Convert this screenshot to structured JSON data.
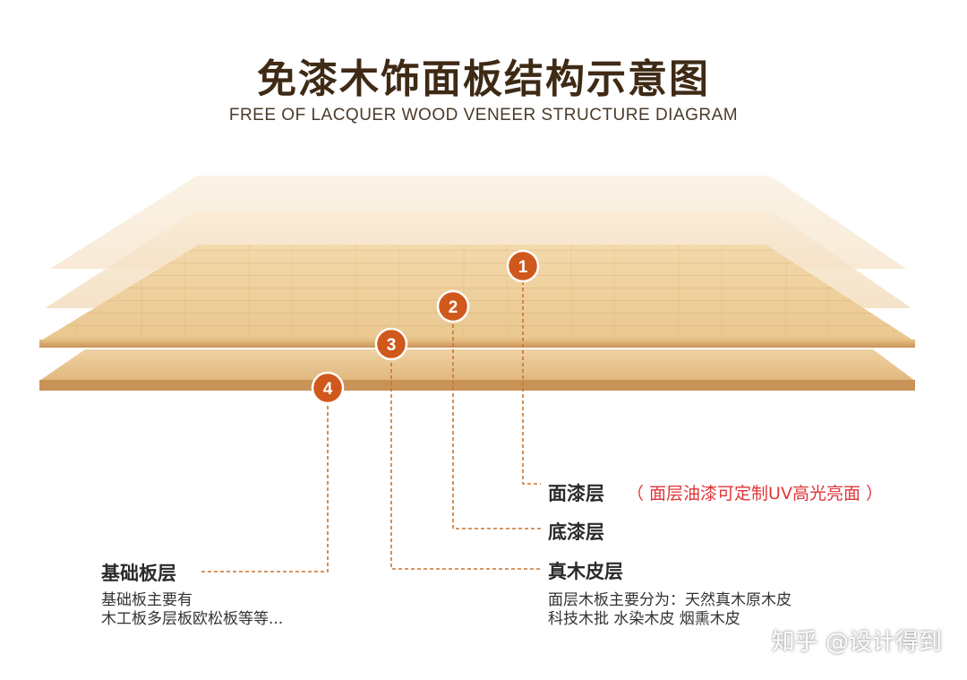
{
  "header": {
    "title": "免漆木饰面板结构示意图",
    "subtitle": "FREE OF LACQUER WOOD VENEER STRUCTURE DIAGRAM"
  },
  "colors": {
    "accent_orange": "#d0581c",
    "leader_line": "#c8742f",
    "note_red": "#e0353a",
    "wood_light": "#efcf9a",
    "wood_dark": "#d7a869"
  },
  "markers": [
    "1",
    "2",
    "3",
    "4"
  ],
  "layers": {
    "face_lacquer": {
      "name": "面漆层",
      "note": "（ 面层油漆可定制UV高光亮面 ）"
    },
    "base_lacquer": {
      "name": "底漆层"
    },
    "veneer": {
      "name": "真木皮层",
      "desc_line1": "面层木板主要分为：天然真木原木皮",
      "desc_line2": "科技木批 水染木皮 烟熏木皮"
    },
    "substrate": {
      "name": "基础板层",
      "desc_line1": "基础板主要有",
      "desc_line2": "木工板多层板欧松板等等..."
    }
  },
  "watermark": "知乎 @设计得到"
}
